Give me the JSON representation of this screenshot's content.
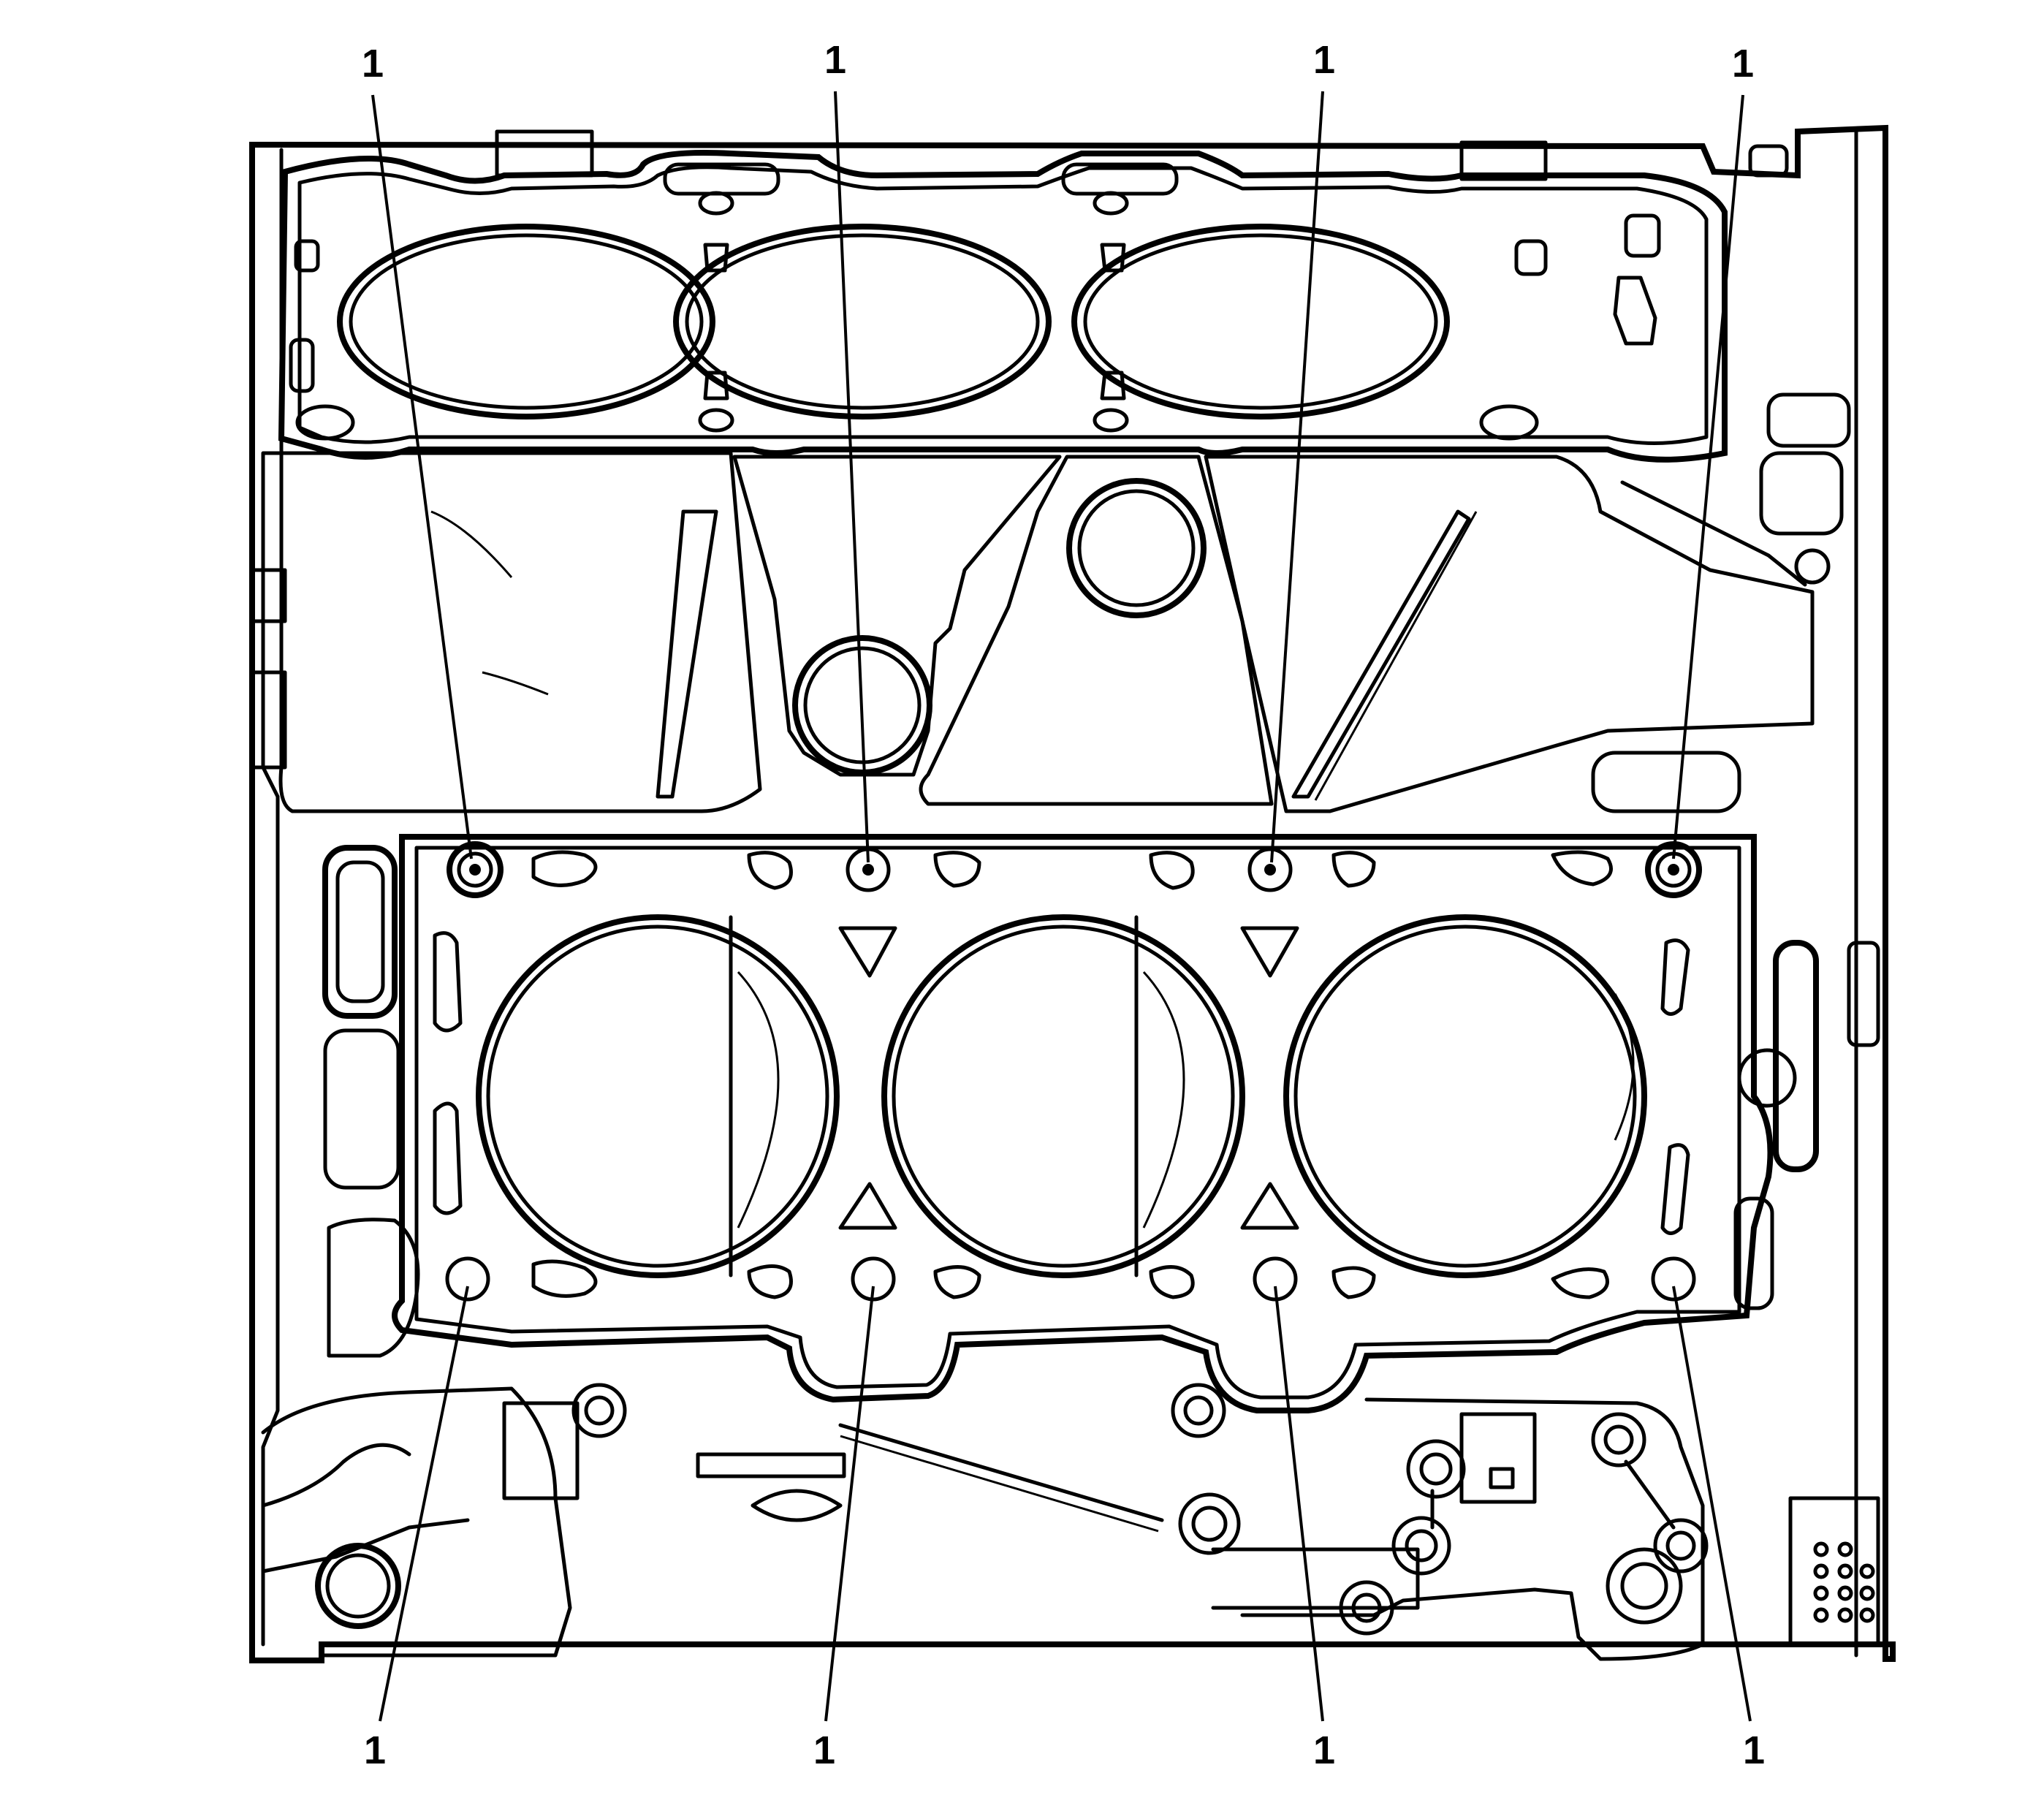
{
  "figure": {
    "callout_label": "1",
    "callouts_top": [
      "1",
      "1",
      "1",
      "1"
    ],
    "callouts_bottom": [
      "1",
      "1",
      "1",
      "1"
    ]
  }
}
